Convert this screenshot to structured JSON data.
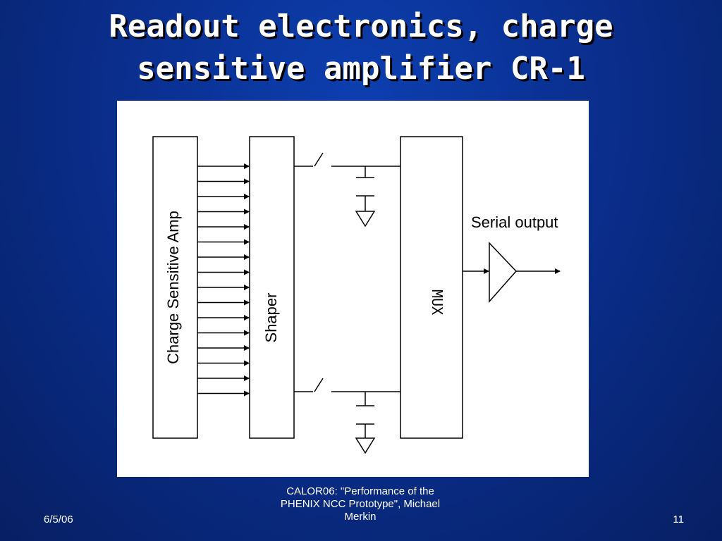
{
  "slide": {
    "title_lines": [
      "Readout electronics, charge",
      "sensitive amplifier CR-1"
    ]
  },
  "diagram": {
    "amp_label": "Charge Sensitive Amp",
    "shaper_label": "Shaper",
    "mux_label": "MUX",
    "output_label": "Serial output"
  },
  "footer": {
    "date": "6/5/06",
    "center_lines": [
      "CALOR06: \"Performance of the",
      "PHENIX NCC Prototype\",  Michael",
      "Merkin"
    ],
    "page": "11"
  }
}
